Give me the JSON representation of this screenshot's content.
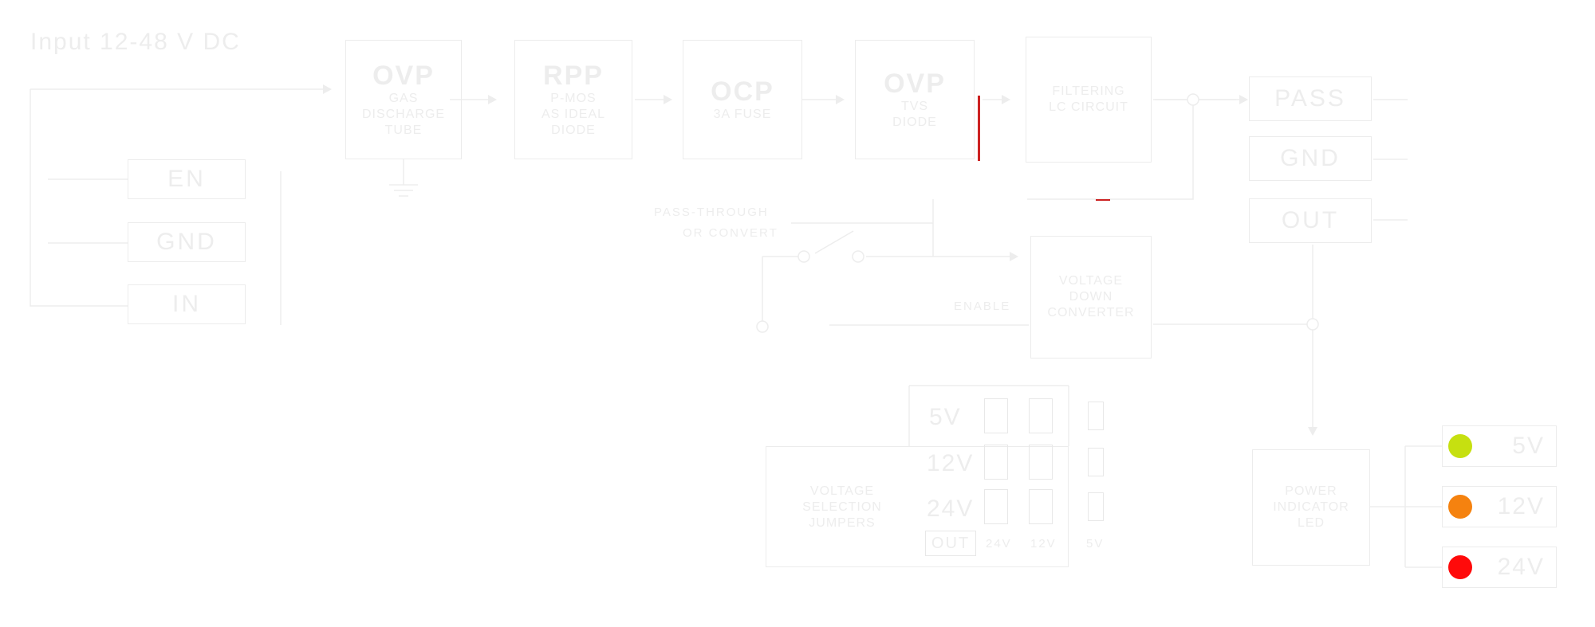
{
  "input_title": "Input 12-48 V DC",
  "input_pins": [
    "EN",
    "GND",
    "IN"
  ],
  "blocks": {
    "ovp_gas": {
      "title": "OVP",
      "lines": [
        "GAS",
        "DISCHARGE",
        "TUBE"
      ]
    },
    "rpp": {
      "title": "RPP",
      "lines": [
        "P-MOS",
        "AS IDEAL",
        "DIODE"
      ]
    },
    "ocp": {
      "title": "OCP",
      "lines": [
        "3A FUSE"
      ]
    },
    "ovp_tvs": {
      "title": "OVP",
      "lines": [
        "TVS",
        "DIODE"
      ]
    },
    "filtering": {
      "title": "",
      "lines": [
        "FILTERING",
        "LC CIRCUIT"
      ]
    },
    "converter": {
      "title": "",
      "lines": [
        "VOLTAGE",
        "DOWN",
        "CONVERTER"
      ]
    },
    "jumpers": {
      "title": "",
      "lines": [
        "VOLTAGE",
        "SELECTION",
        "JUMPERS"
      ]
    },
    "indicator": {
      "title": "",
      "lines": [
        "POWER",
        "INDICATOR",
        "LED"
      ]
    }
  },
  "output_pins": [
    "PASS",
    "GND",
    "OUT"
  ],
  "switch_label": [
    "PASS-THROUGH",
    "OR CONVERT"
  ],
  "enable_label": "ENABLE",
  "jumper_table": {
    "rows": [
      "5V",
      "12V",
      "24V"
    ],
    "out_label": "OUT",
    "col_labels": [
      "24V",
      "12V",
      "5V"
    ]
  },
  "leds": [
    {
      "label": "5V",
      "color": "#c6e010"
    },
    {
      "label": "12V",
      "color": "#f5820f"
    },
    {
      "label": "24V",
      "color": "#ff0a0a"
    }
  ]
}
